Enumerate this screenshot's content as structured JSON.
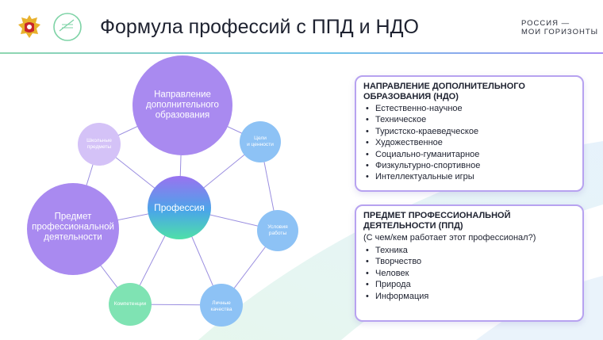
{
  "header": {
    "title": "Формула профессий с ППД и НДО",
    "brand_line1": "РОССИЯ —",
    "brand_line2": "МОИ ГОРИЗОНТЫ",
    "emblem_icon": "ministry-emblem-icon",
    "ticket_logo_icon": "ticket-to-future-logo-icon"
  },
  "diagram": {
    "center": "Профессия",
    "nodes": {
      "ndo_line1": "Направление",
      "ndo_line2": "дополнительного",
      "ndo_line3": "образования",
      "ppd_line1": "Предмет",
      "ppd_line2": "профессиональной",
      "ppd_line3": "деятельности",
      "school_line1": "Школьные",
      "school_line2": "предметы",
      "goals_line1": "Цели",
      "goals_line2": "и ценности",
      "conditions_line1": "Условия",
      "conditions_line2": "работы",
      "personal_line1": "Личные",
      "personal_line2": "качества",
      "competencies": "Компетенции"
    }
  },
  "cards": {
    "ndo": {
      "title": "Направление дополнительного образования (НДО)",
      "items": [
        "Естественно-научное",
        "Техническое",
        "Туристско-краеведческое",
        "Художественное",
        "Социально-гуманитарное",
        "Физкультурно-спортивное",
        "Интеллектуальные игры"
      ]
    },
    "ppd": {
      "title": "Предмет профессиональной деятельности (ППД)",
      "subtitle": "(С чем/кем работает этот профессионал?)",
      "items": [
        "Техника",
        "Творчество",
        "Человек",
        "Природа",
        "Информация"
      ]
    }
  },
  "colors": {
    "purple": "#a98af0",
    "light_purple": "#d4c2f7",
    "blue": "#8dc2f5",
    "green": "#7fe3b3",
    "card_border": "#b7a2f0",
    "edge": "#9a8ee0"
  }
}
